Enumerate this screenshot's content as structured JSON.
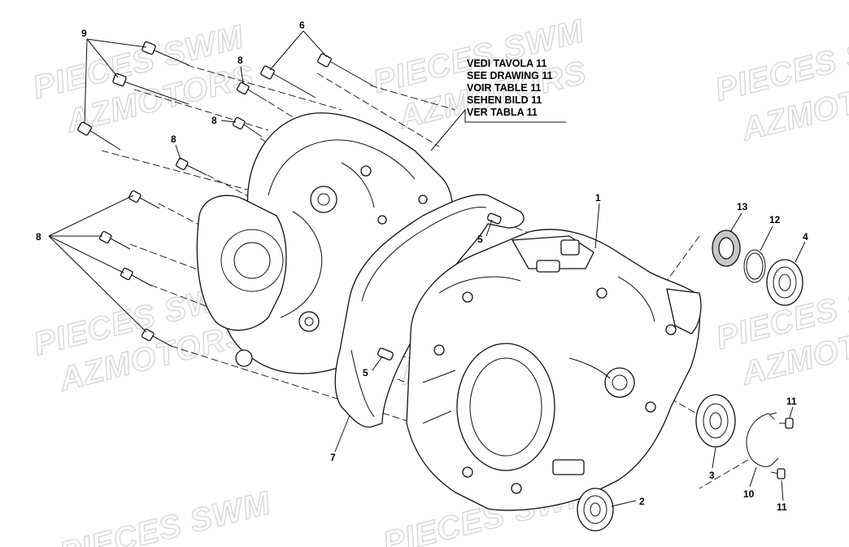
{
  "watermark": {
    "line1": "PIECES SWM",
    "line2": "AZMOTORS"
  },
  "note": {
    "lines": [
      "VEDI TAVOLA 11",
      "SEE DRAWING 11",
      "VOIR TABLE 11",
      "SEHEN BILD 11",
      "VER TABLA 11"
    ]
  },
  "callouts": {
    "c1": "1",
    "c2": "2",
    "c3": "3",
    "c4": "4",
    "c5a": "5",
    "c5b": "5",
    "c6": "6",
    "c7": "7",
    "c8a": "8",
    "c8b": "8",
    "c8c": "8",
    "c8d": "8",
    "c9": "9",
    "c10": "10",
    "c11a": "11",
    "c11b": "11",
    "c12": "12",
    "c13": "13"
  }
}
